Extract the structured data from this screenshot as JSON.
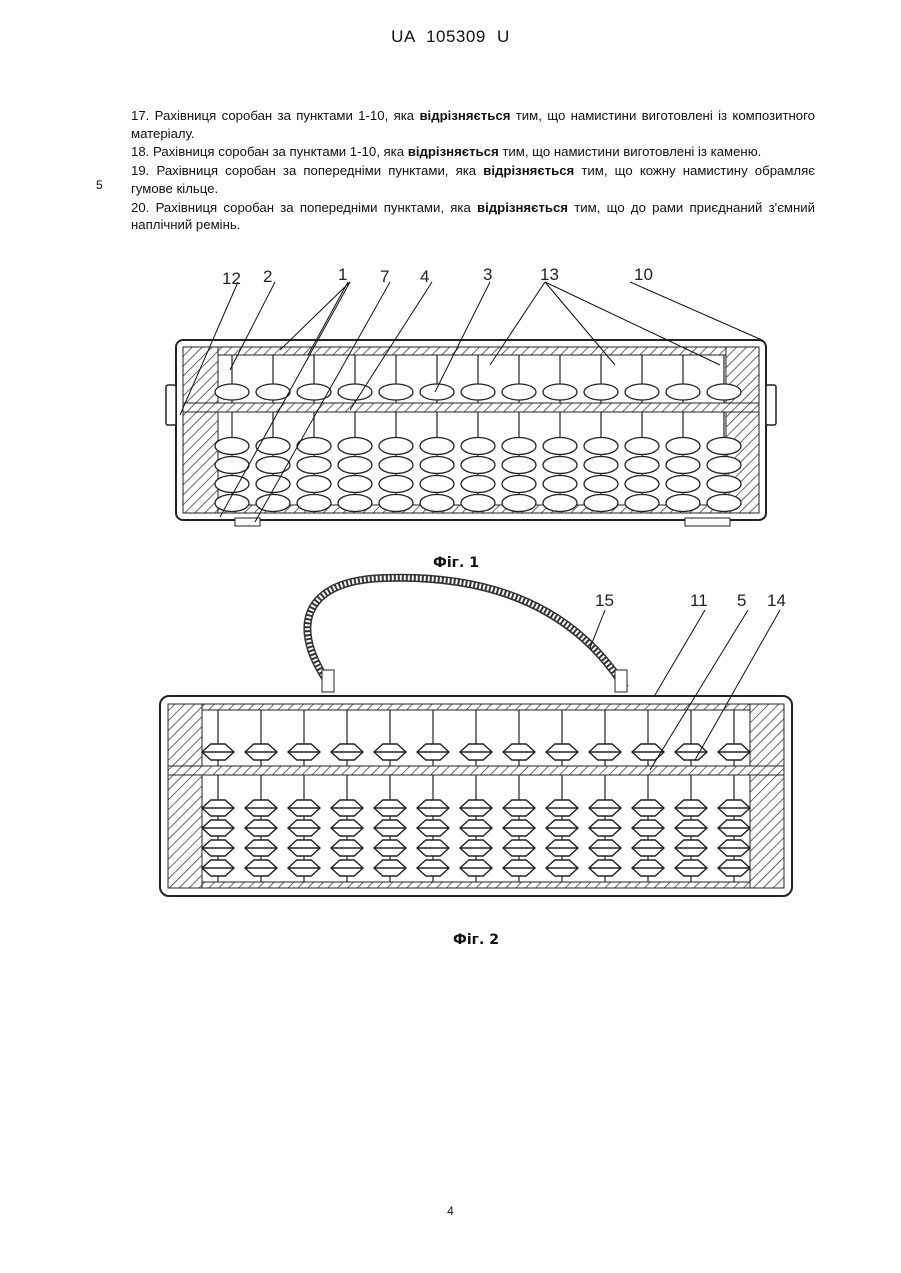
{
  "header": {
    "code": "UA   105309   U"
  },
  "claims": [
    {
      "pre": "17. Рахівниця соробан за пунктами 1-10, яка ",
      "bold": "відрізняється",
      "post": " тим, що намистини виготовлені із композитного матеріалу."
    },
    {
      "pre": "18. Рахівниця соробан за пунктами 1-10, яка ",
      "bold": "відрізняється",
      "post": " тим, що намистини виготовлені із каменю."
    },
    {
      "pre": "19. Рахівниця соробан за попередніми пунктами, яка ",
      "bold": "відрізняється",
      "post": " тим, що кожну намистину обрамляє гумове кільце."
    },
    {
      "pre": "20. Рахівниця соробан за попередніми пунктами, яка ",
      "bold": "відрізняється",
      "post": " тим, що до рами приєднаний з'ємний наплічний ремінь."
    }
  ],
  "line_number": "5",
  "figure1": {
    "caption": "Фіг. 1",
    "labels": [
      "12",
      "2",
      "1",
      "7",
      "4",
      "3",
      "13",
      "10"
    ]
  },
  "figure2": {
    "caption": "Фіг. 2",
    "labels": [
      "15",
      "11",
      "5",
      "14"
    ]
  },
  "page_number": "4"
}
